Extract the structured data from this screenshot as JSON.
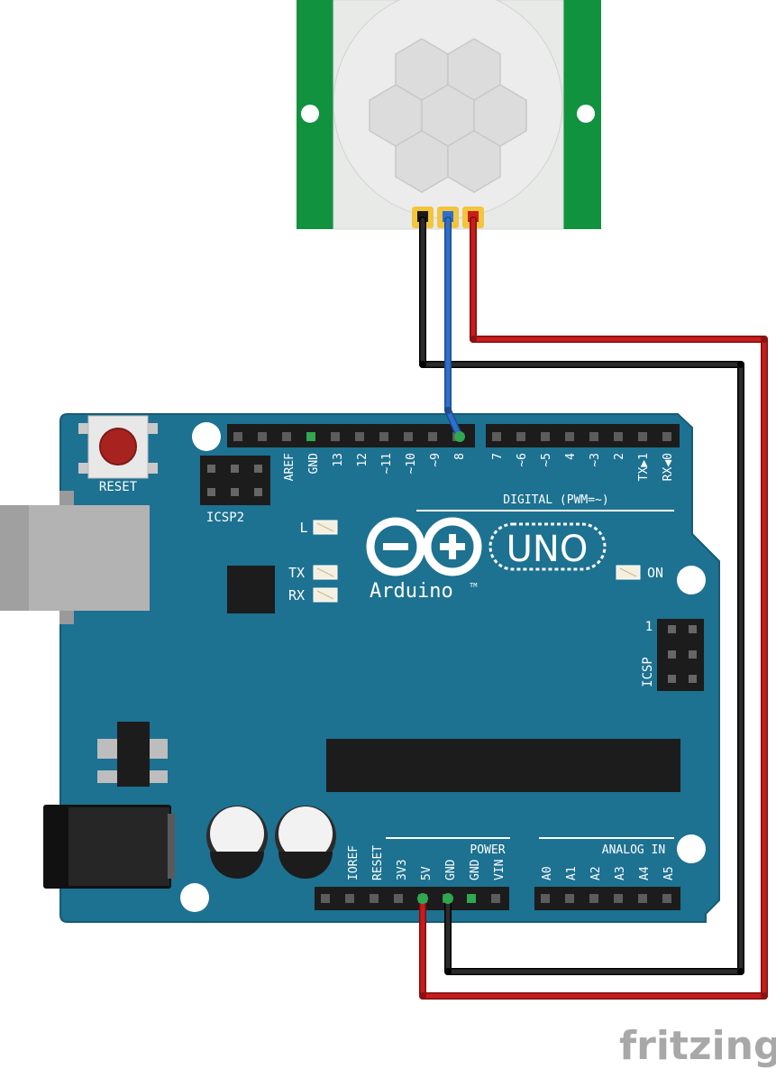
{
  "board": {
    "reset_label": "RESET",
    "icsp2_label": "ICSP2",
    "icsp_label": "ICSP",
    "icsp_pin1_label": "1",
    "led_l_label": "L",
    "led_tx_label": "TX",
    "led_rx_label": "RX",
    "led_on_label": "ON",
    "logo_text": "Arduino",
    "logo_tm": "TM",
    "model": "UNO",
    "digital_section_label": "DIGITAL (PWM=~)",
    "power_section_label": "POWER",
    "analog_section_label": "ANALOG IN",
    "digital_pins": [
      "AREF",
      "GND",
      "13",
      "12",
      "~11",
      "~10",
      "~9",
      "8",
      "7",
      "~6",
      "~5",
      "4",
      "~3",
      "2",
      "TX▶1",
      "RX◀0"
    ],
    "power_pins": [
      "IOREF",
      "RESET",
      "3V3",
      "5V",
      "GND",
      "GND",
      "VIN"
    ],
    "analog_pins": [
      "A0",
      "A1",
      "A2",
      "A3",
      "A4",
      "A5"
    ]
  },
  "colors": {
    "board": "#1d7191",
    "board_outline": "#165b76",
    "sensor_pcb": "#11923f",
    "wire_signal": "#2f6fcc",
    "wire_power": "#c81d1d",
    "wire_ground": "#1c1c1c"
  },
  "connections": [
    {
      "from": "sensor-out",
      "to": "digital-8",
      "wire": "signal"
    },
    {
      "from": "sensor-vcc",
      "to": "power-5V",
      "wire": "power"
    },
    {
      "from": "sensor-gnd",
      "to": "power-GND",
      "wire": "ground"
    }
  ],
  "credit": "fritzing"
}
